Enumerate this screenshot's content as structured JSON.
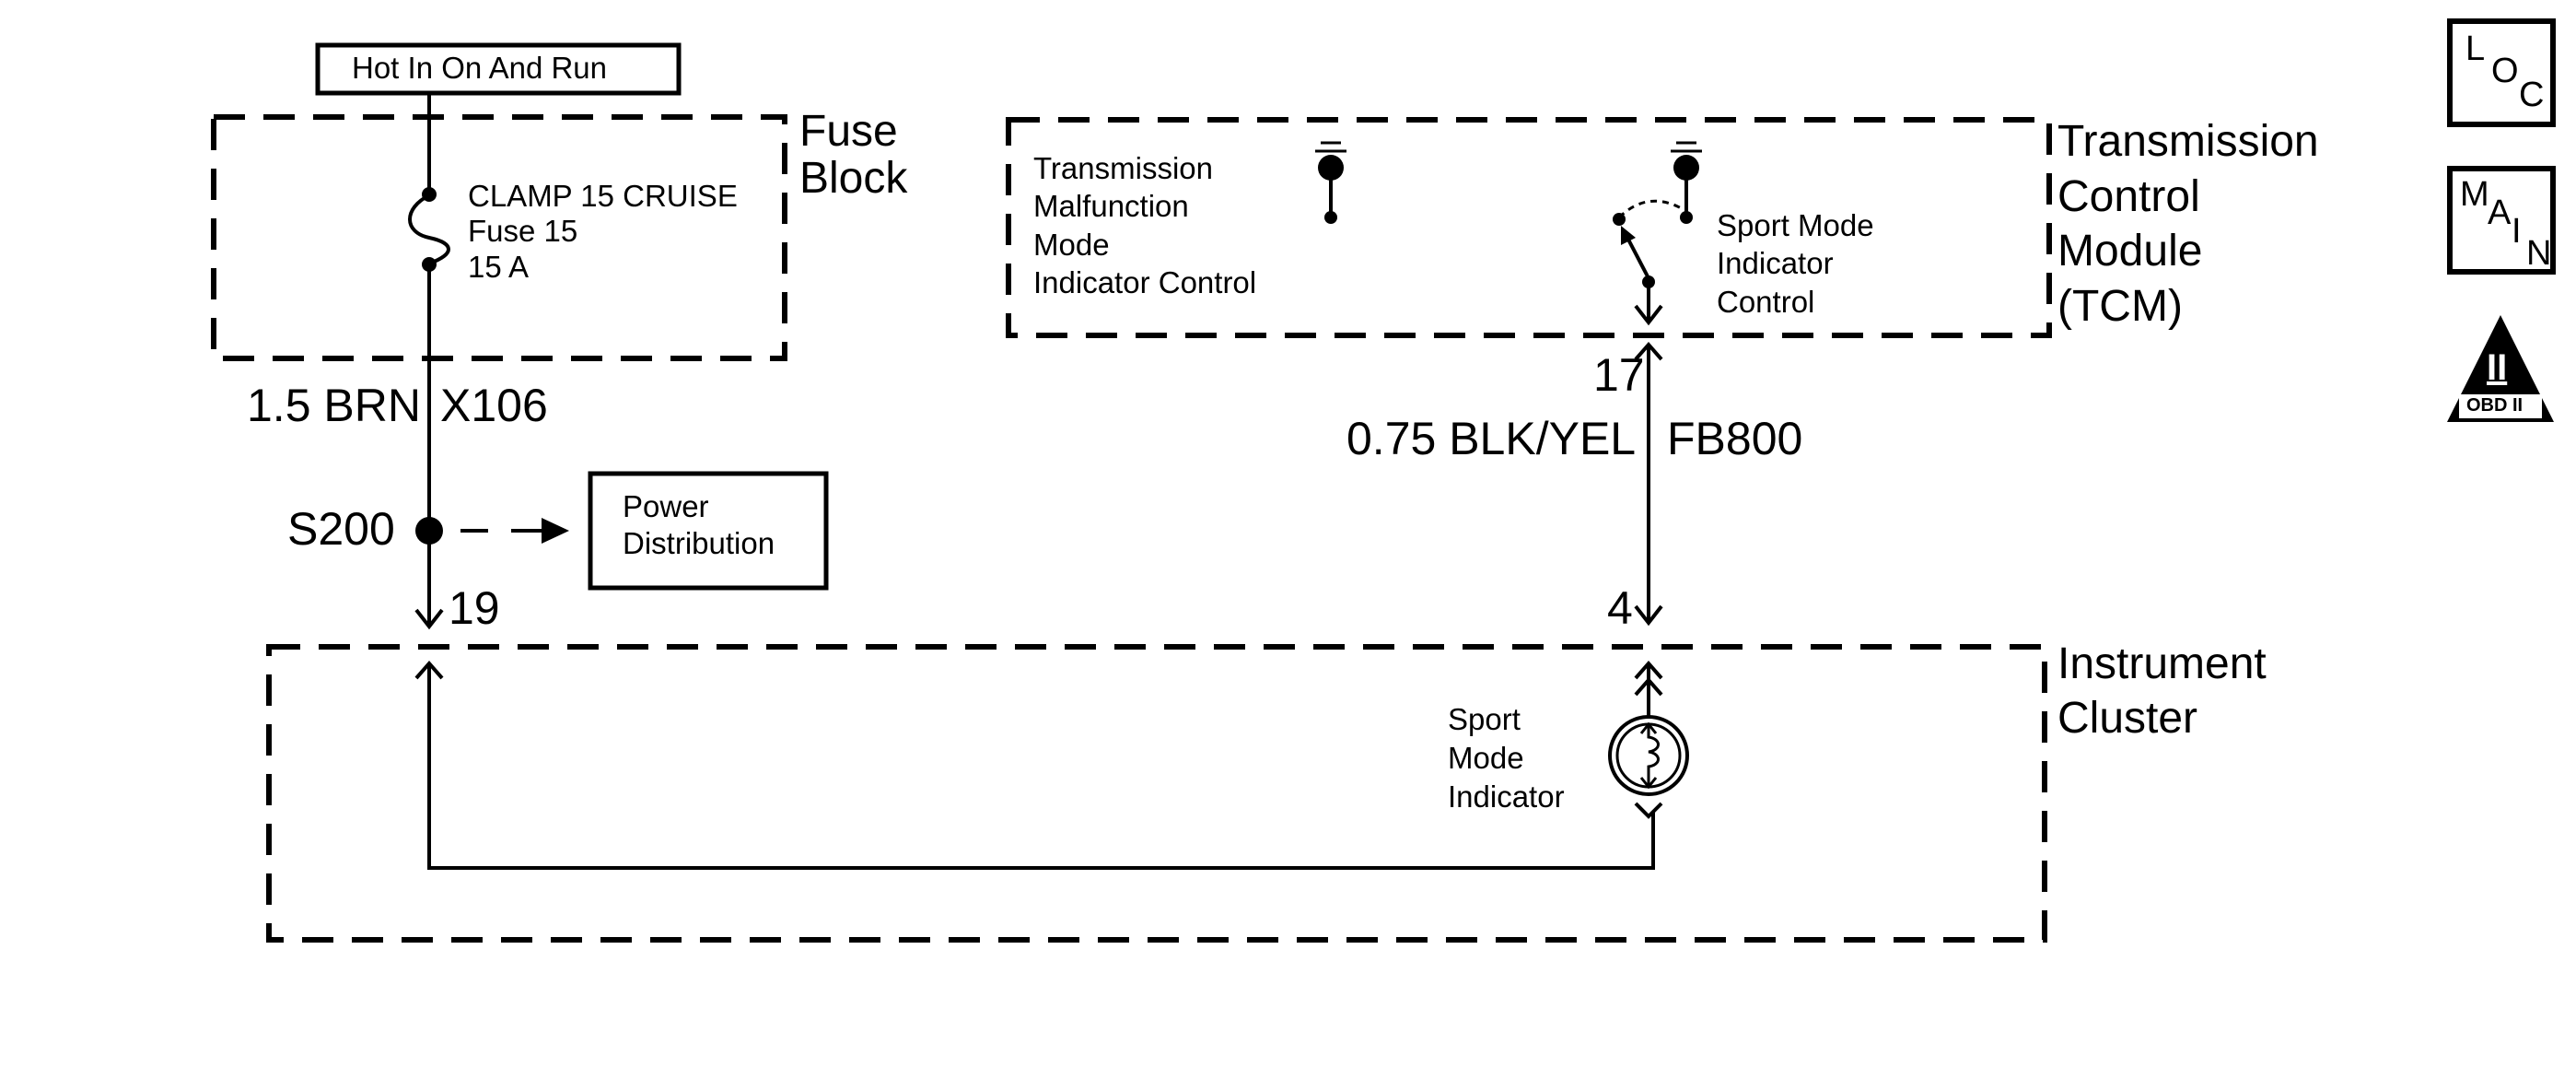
{
  "power_source": "Hot In On And Run",
  "fuse_block": {
    "label_line1": "Fuse",
    "label_line2": "Block",
    "fuse_name": "CLAMP 15 CRUISE",
    "fuse_number": "Fuse 15",
    "fuse_rating": "15 A"
  },
  "wire_brn": {
    "gauge_color": "1.5 BRN",
    "circuit": "X106"
  },
  "splice": {
    "id": "S200",
    "ref_line1": "Power",
    "ref_line2": "Distribution"
  },
  "tcm": {
    "label_line1": "Transmission",
    "label_line2": "Control",
    "label_line3": "Module",
    "label_line4": "(TCM)",
    "mil_line1": "Transmission",
    "mil_line2": "Malfunction",
    "mil_line3": "Mode",
    "mil_line4": "Indicator Control",
    "sport_line1": "Sport  Mode",
    "sport_line2": "Indicator",
    "sport_line3": "Control",
    "pin": "17"
  },
  "wire_blk": {
    "gauge_color": "0.75 BLK/YEL",
    "circuit": "FB800"
  },
  "cluster": {
    "label_line1": "Instrument",
    "label_line2": "Cluster",
    "pin_left": "19",
    "pin_right": "4",
    "indicator_line1": "Sport",
    "indicator_line2": "Mode",
    "indicator_line3": "Indicator"
  },
  "nav": {
    "loc_l": "L",
    "loc_o": "O",
    "loc_c": "C",
    "main_m": "M",
    "main_a": "A",
    "main_i": "I",
    "main_n": "N",
    "obd_symbol": "II",
    "obd_text": "OBD II"
  }
}
